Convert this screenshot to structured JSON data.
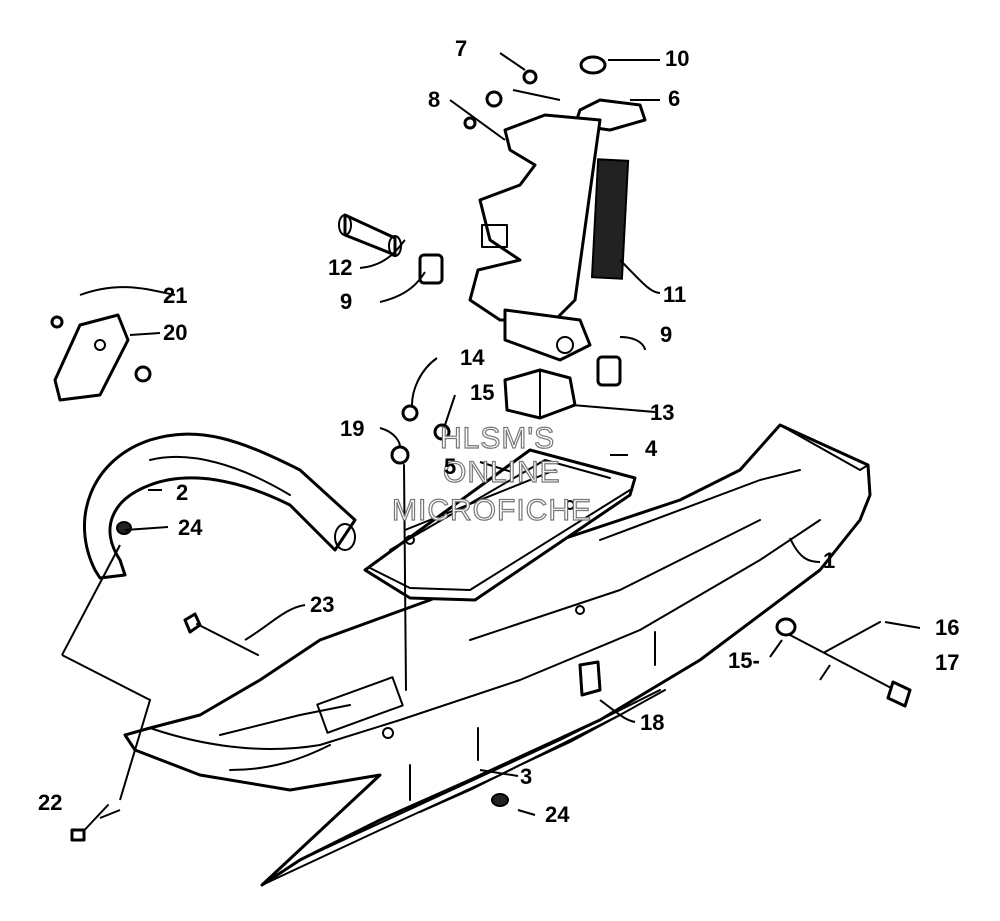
{
  "callouts": [
    {
      "id": "c1",
      "label": "1"
    },
    {
      "id": "c2",
      "label": "2"
    },
    {
      "id": "c3",
      "label": "3"
    },
    {
      "id": "c4",
      "label": "4"
    },
    {
      "id": "c5",
      "label": "5"
    },
    {
      "id": "c6",
      "label": "6"
    },
    {
      "id": "c7",
      "label": "7"
    },
    {
      "id": "c8",
      "label": "8"
    },
    {
      "id": "c9a",
      "label": "9"
    },
    {
      "id": "c9b",
      "label": "9"
    },
    {
      "id": "c10",
      "label": "10"
    },
    {
      "id": "c11",
      "label": "11"
    },
    {
      "id": "c12",
      "label": "12"
    },
    {
      "id": "c13",
      "label": "13"
    },
    {
      "id": "c14",
      "label": "14"
    },
    {
      "id": "c15a",
      "label": "15"
    },
    {
      "id": "c15b",
      "label": "15-"
    },
    {
      "id": "c16",
      "label": "16"
    },
    {
      "id": "c17",
      "label": "17"
    },
    {
      "id": "c18",
      "label": "18"
    },
    {
      "id": "c19",
      "label": "19"
    },
    {
      "id": "c20",
      "label": "20"
    },
    {
      "id": "c21",
      "label": "21"
    },
    {
      "id": "c22",
      "label": "22"
    },
    {
      "id": "c23",
      "label": "23"
    },
    {
      "id": "c24a",
      "label": "24"
    },
    {
      "id": "c24b",
      "label": "24"
    }
  ],
  "watermark": {
    "line1": "HLSM'S",
    "line2": "ONLINE",
    "line3": "MICROFICHE"
  }
}
